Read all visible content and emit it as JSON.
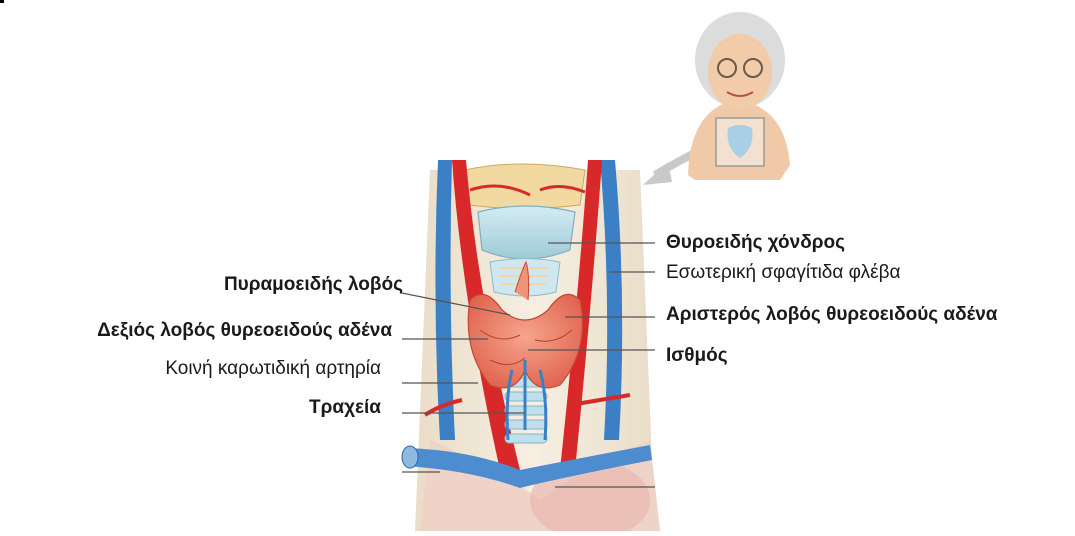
{
  "labels": {
    "thyroid_cartilage": "Θυροειδής χόνδρος",
    "internal_jugular_vein": "Εσωτερική σφαγίτιδα φλέβα",
    "pyramidal_lobe": "Πυραμοειδής λοβός",
    "left_lobe": "Αριστερός λοβός θυρεοειδούς αδένα",
    "right_lobe": "Δεξιός λοβός θυρεοειδούς αδένα",
    "isthmus": "Ισθμός",
    "common_carotid_artery": "Κοινή καρωτιδική αρτηρία",
    "trachea": "Τραχεία"
  },
  "colors": {
    "artery": "#d8282a",
    "vein": "#3b7fc4",
    "thyroid": "#ee8a70",
    "cartilage": "#b9dbe6",
    "bone": "#f1d9a0",
    "skin": "#f0c9a8",
    "leader": "#555555"
  }
}
